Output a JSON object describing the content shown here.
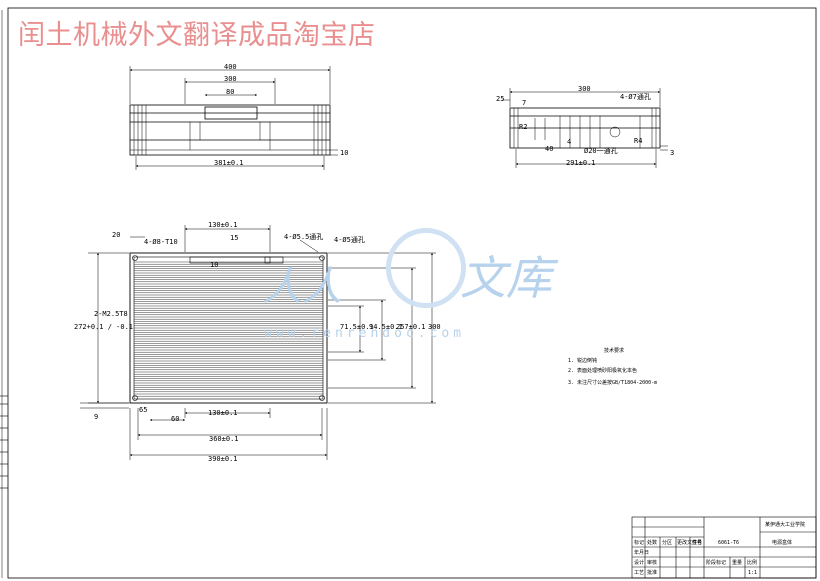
{
  "banner": "闰土机械外文翻译成品淘宝店",
  "watermark": {
    "left_text": "人人",
    "right_text": "文库",
    "url": "www.renrendoc.com"
  },
  "front_view": {
    "dims": [
      "400",
      "300",
      "80",
      "381±0.1",
      "10"
    ]
  },
  "side_view": {
    "dims": [
      "300",
      "25",
      "4-Ø7通孔",
      "7",
      "R2",
      "4",
      "40",
      "Ø20一通孔",
      "R4",
      "3",
      "291±0.1"
    ]
  },
  "plan_view": {
    "top_dims": [
      "20",
      "4-Ø8-T10",
      "130±0.1",
      "15",
      "10",
      "4-Ø5.5通孔",
      "4-Ø5通孔"
    ],
    "left_dims": [
      "2-M2.5T8",
      "272+0.1 / -0.1"
    ],
    "right_dims": [
      "71.5±0.1",
      "94.5±0.1",
      "257±0.1",
      "300"
    ],
    "bottom_dims": [
      "65",
      "60",
      "130±0.1",
      "360±0.1",
      "390±0.1",
      "9"
    ]
  },
  "notes": {
    "title": "技术要求",
    "items": [
      "1. 锐边倒钝",
      "2. 表面处理喷砂阳极氧化本色",
      "3. 未注尺寸公差按GB/T1804-2000-m"
    ]
  },
  "title_block": {
    "company": "某伊通大工业学院",
    "part_no": "6061-T6",
    "part_name": "电源盒体",
    "scale": "1:1",
    "labels": [
      "标记",
      "处数",
      "分区",
      "更改文件号",
      "签名",
      "年月日",
      "设计",
      "审核",
      "工艺",
      "批准",
      "阶段标记",
      "重量",
      "比例"
    ]
  }
}
